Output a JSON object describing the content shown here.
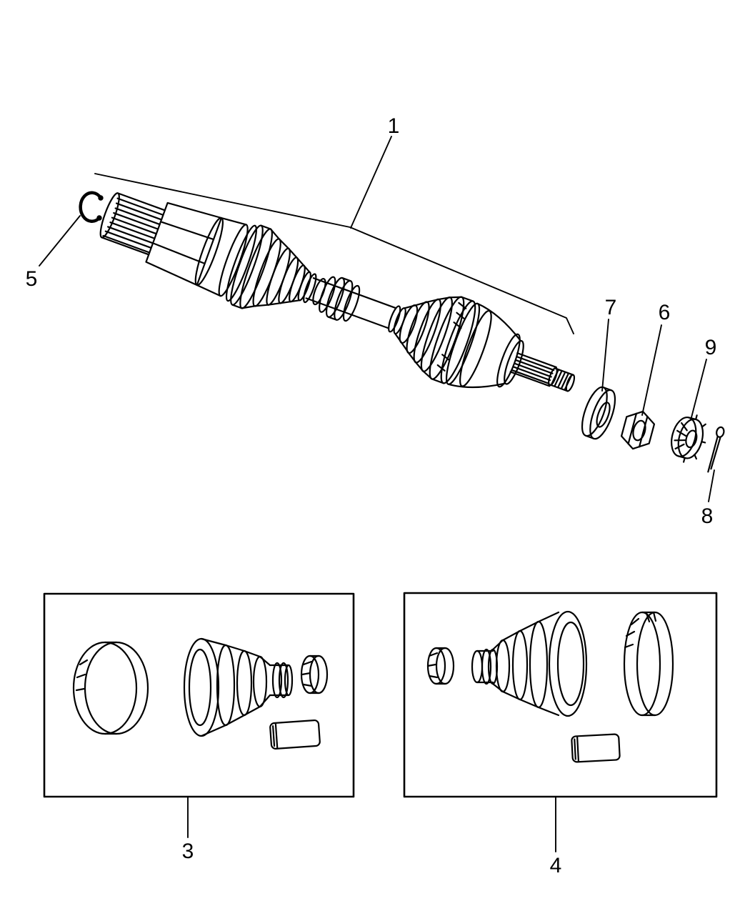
{
  "figure": {
    "kind": "exploded-parts-line-diagram",
    "background_color": "#ffffff",
    "line_color": "#000000"
  },
  "callouts": {
    "axle_assembly": "1",
    "boot_kit_left": "3",
    "boot_kit_right": "4",
    "snap_ring": "5",
    "hub_nut": "6",
    "washer": "7",
    "cotter_pin": "8",
    "nut_lock": "9"
  }
}
